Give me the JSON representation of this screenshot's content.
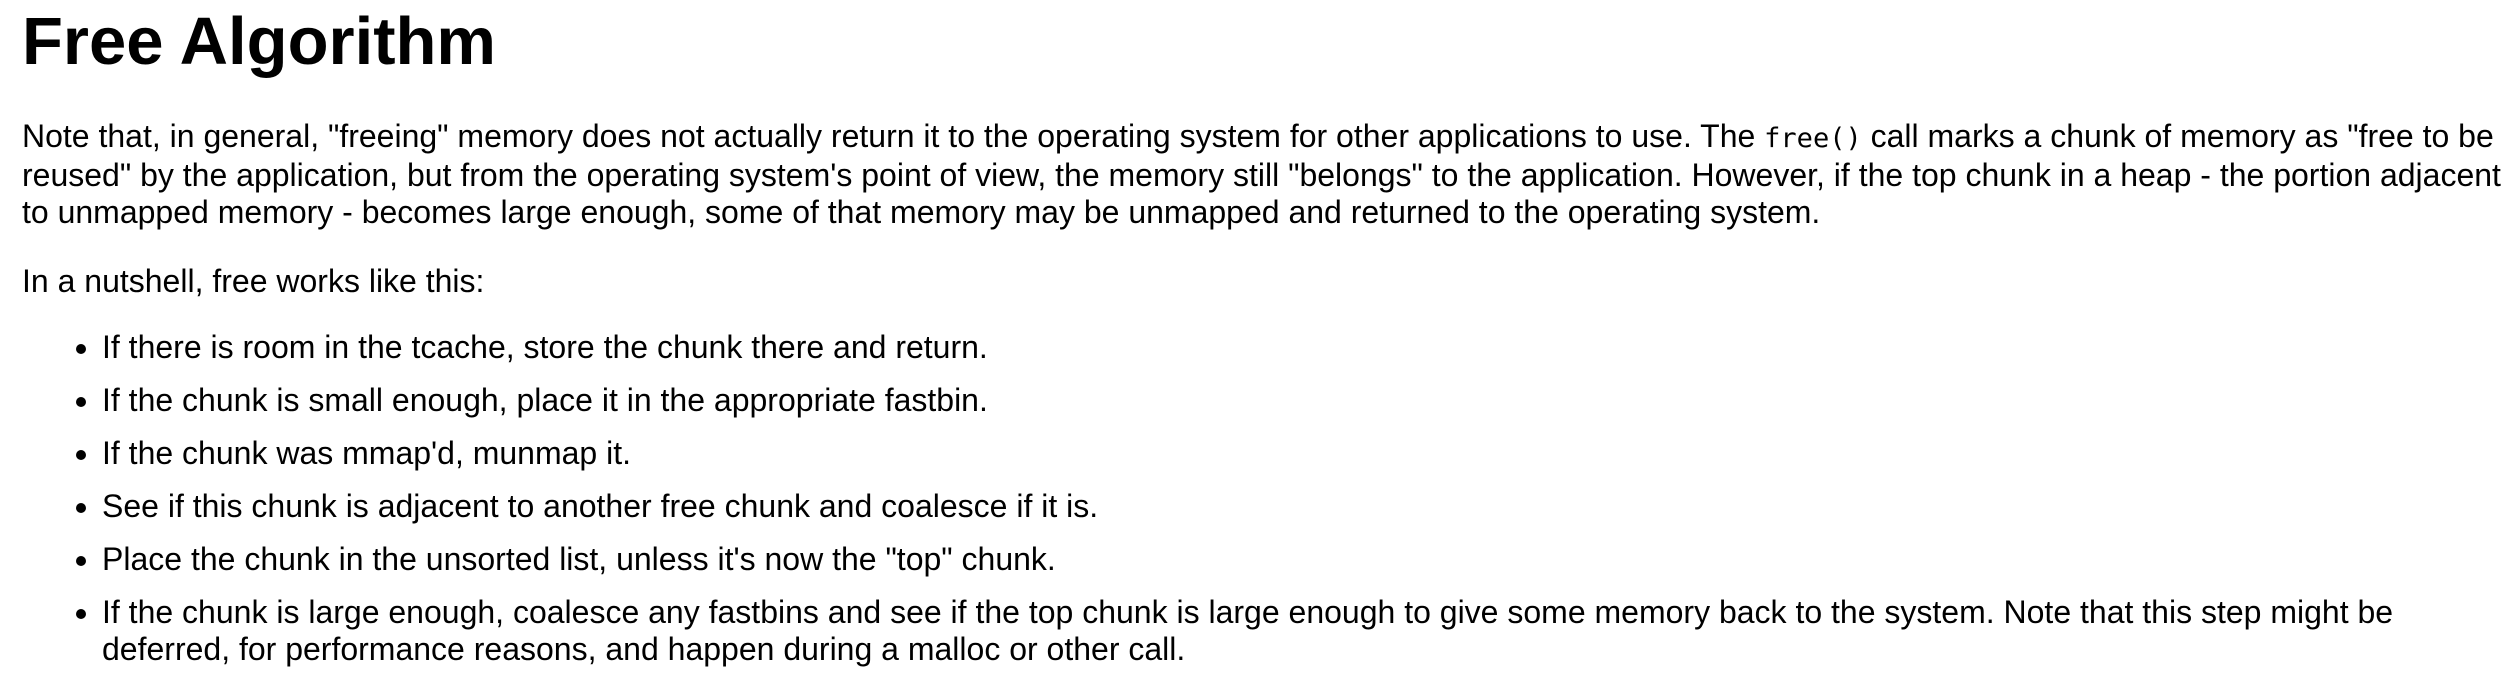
{
  "heading": "Free Algorithm",
  "intro": {
    "before_code": "Note that, in general, \"freeing\" memory does not actually return it to the operating system for other applications to use. The ",
    "code": "free()",
    "after_code": " call marks a chunk of memory as \"free to be reused\" by the application, but from the operating system's point of view, the memory still \"belongs\" to the application. However, if the top chunk in a heap - the portion adjacent to unmapped memory - becomes large enough, some of that memory may be unmapped and returned to the operating system."
  },
  "summary": "In a nutshell, free works like this:",
  "steps": [
    "If there is room in the tcache, store the chunk there and return.",
    "If the chunk is small enough, place it in the appropriate fastbin.",
    "If the chunk was mmap'd, munmap it.",
    "See if this chunk is adjacent to another free chunk and coalesce if it is.",
    "Place the chunk in the unsorted list, unless it's now the \"top\" chunk.",
    "If the chunk is large enough, coalesce any fastbins and see if the top chunk is large enough to give some memory back to the system. Note that this step might be deferred, for performance reasons, and happen during a malloc or other call."
  ]
}
